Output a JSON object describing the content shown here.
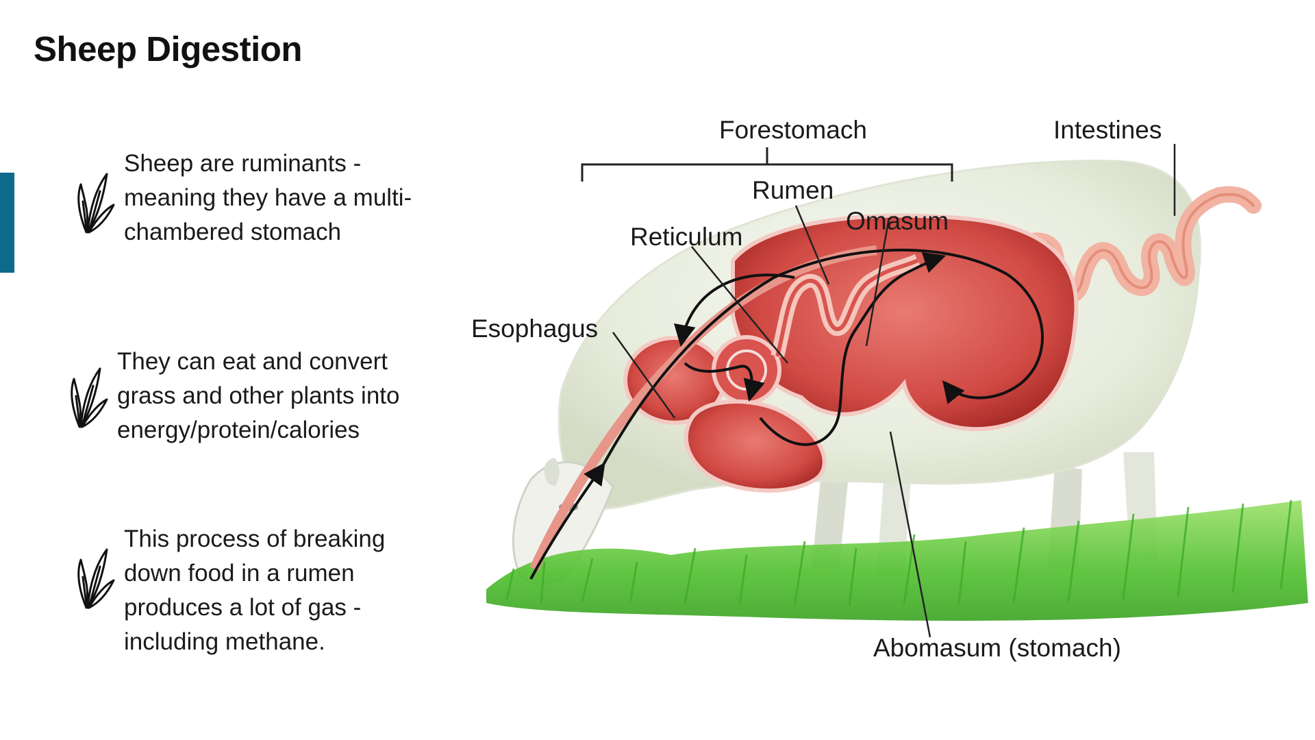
{
  "slide": {
    "title": "Sheep Digestion",
    "accent_color": "#0e6a8b"
  },
  "bullets": [
    {
      "icon": "grass-blade-icon",
      "text": "Sheep are ruminants -\nmeaning they have a multi-\nchambered stomach"
    },
    {
      "icon": "grass-blade-icon",
      "text": "They can eat and convert\ngrass and other plants into\nenergy/protein/calories"
    },
    {
      "icon": "grass-blade-icon",
      "text": "This process of breaking\ndown food in a rumen\nproduces a lot of gas -\nincluding methane."
    }
  ],
  "diagram": {
    "labels": {
      "forestomach": "Forestomach",
      "intestines": "Intestines",
      "rumen": "Rumen",
      "omasum": "Omasum",
      "reticulum": "Reticulum",
      "esophagus": "Esophagus",
      "abomasum": "Abomasum (stomach)"
    },
    "colors": {
      "stomach": "#d9534f",
      "stomach_dark": "#b52f2c",
      "intestine": "#f0a08f",
      "wool": "#eef1e6",
      "grass": "#5cc43a"
    }
  }
}
